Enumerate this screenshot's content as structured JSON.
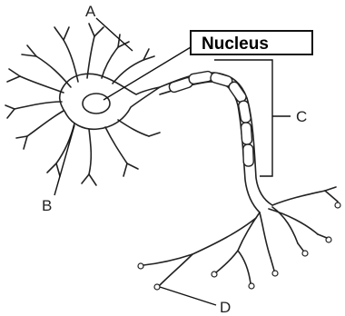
{
  "labels": {
    "a": "A",
    "b": "B",
    "c": "C",
    "d": "D",
    "nucleus": "Nucleus"
  }
}
